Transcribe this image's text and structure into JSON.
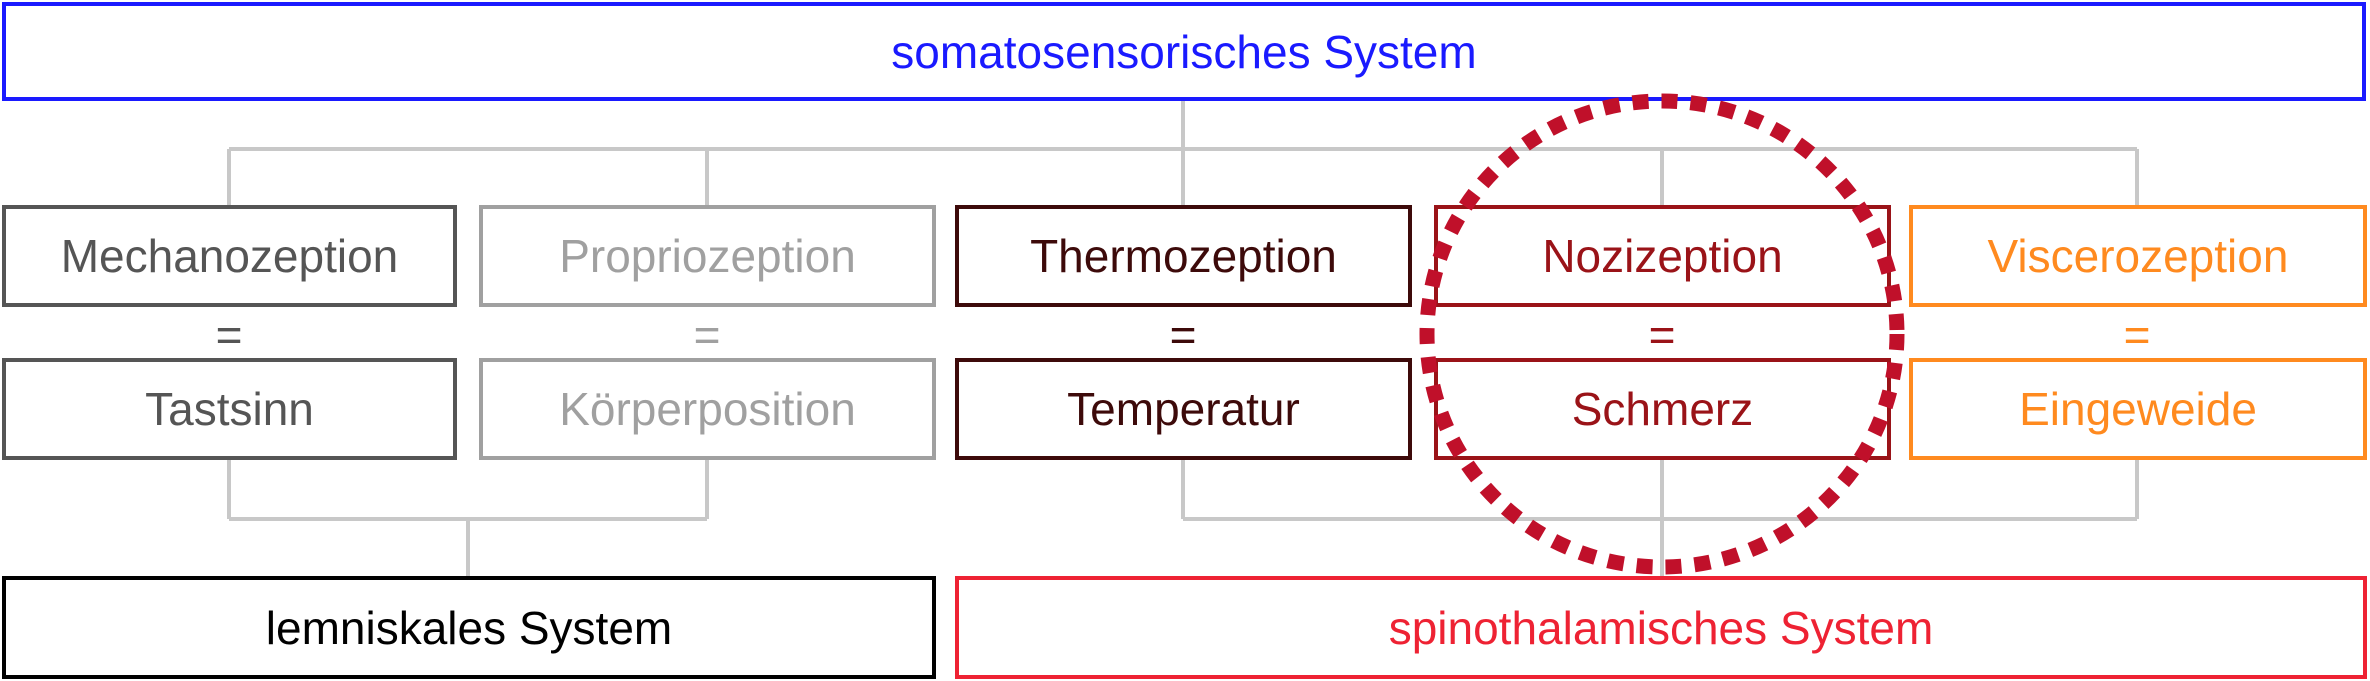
{
  "top": {
    "label": "somatosensorisches System",
    "color": "#1a1aff"
  },
  "categories": [
    {
      "name": "Mechanozeption",
      "sense": "Tastsinn",
      "equals": "=",
      "color": "#555555"
    },
    {
      "name": "Propriozeption",
      "sense": "Körperposition",
      "equals": "=",
      "color": "#a0a0a0"
    },
    {
      "name": "Thermozeption",
      "sense": "Temperatur",
      "equals": "=",
      "color": "#3d0a0a"
    },
    {
      "name": "Nozizeption",
      "sense": "Schmerz",
      "equals": "=",
      "color": "#9a1318"
    },
    {
      "name": "Viscerozeption",
      "sense": "Eingeweide",
      "equals": "=",
      "color": "#ff8a1f"
    }
  ],
  "bottom": {
    "lemniscal": {
      "label": "lemniskales System",
      "color": "#000000"
    },
    "spinothalamic": {
      "label": "spinothalamisches System",
      "color": "#ee2233"
    }
  },
  "connector_color": "#c8c8c8",
  "highlight": {
    "color": "#c0102a",
    "style": "dotted-circle",
    "target": "Nozizeption"
  }
}
